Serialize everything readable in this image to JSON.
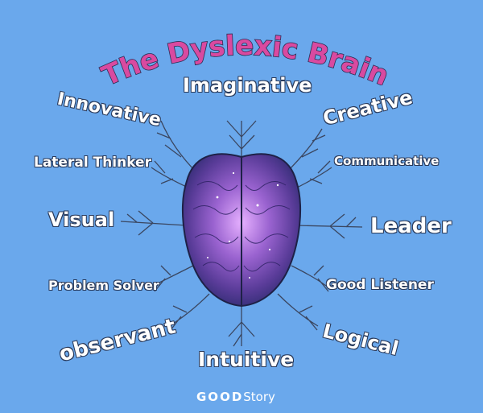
{
  "title": "The Dyslexic Brain",
  "traits": {
    "imaginative": "Imaginative",
    "innovative": "Innovative",
    "creative": "Creative",
    "lateral_thinker": "Lateral Thinker",
    "communicative": "Communicative",
    "visual": "Visual",
    "leader": "Leader",
    "problem_solver": "Problem Solver",
    "good_listener": "Good Listener",
    "observant": "observant",
    "logical": "Logical",
    "intuitive": "Intuitive"
  },
  "footer": {
    "good": "GOOD",
    "story": "Story"
  },
  "colors": {
    "background": "#6aa8ec",
    "title_fill": "#d94aa0",
    "title_shadow": "#2a2f55",
    "brain_purple": "#7b4fb8",
    "branch": "#3a4660"
  },
  "icons": [
    "brain-illustration"
  ]
}
